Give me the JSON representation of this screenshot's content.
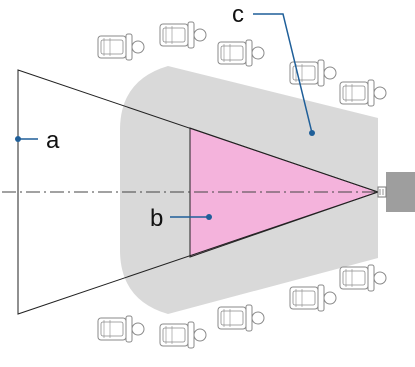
{
  "labels": {
    "a": "a",
    "b": "b",
    "c": "c"
  },
  "colors": {
    "audience_area": "#d9d9d9",
    "projection_area": "#f4b3dc",
    "leader_line": "#1f5f99",
    "projector": "#9e9e9e",
    "chair_outline": "#8a8a8a",
    "outline": "#222222"
  },
  "icons": {
    "seat": "theater-seat-icon",
    "projector": "projector-icon"
  }
}
